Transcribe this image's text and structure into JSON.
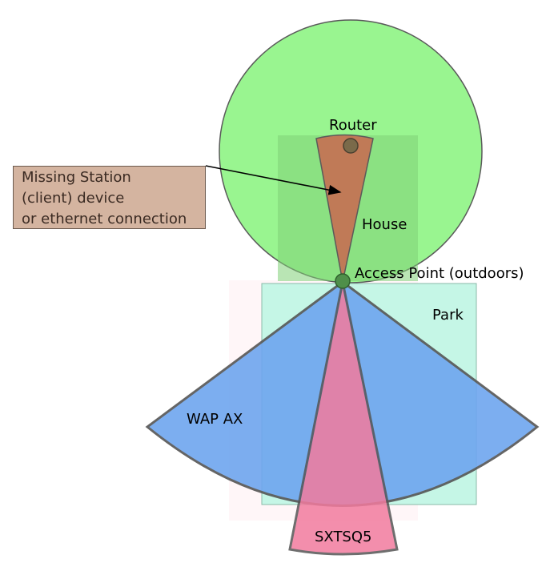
{
  "labels": {
    "router": "Router",
    "house": "House",
    "access_point": "Access Point (outdoors)",
    "park": "Park",
    "wap_ax": "WAP AX",
    "sxtsq5": "SXTSQ5",
    "callout": "Missing Station\n(client) device\nor ethernet connection"
  },
  "colors": {
    "coverage_circle": "#99f590",
    "house": "#7fcf77",
    "router_sector": "#c07a57",
    "callout": "#d4b4a0",
    "park": "#c5f6e6",
    "wap_ax": "#6ea6ef",
    "sxtsq5": "#f27b9e",
    "overlap": "#a86492"
  }
}
